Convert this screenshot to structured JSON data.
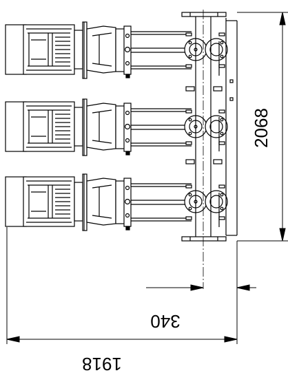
{
  "drawing": {
    "pump_count": 3,
    "line_color": "#000000",
    "background": "#ffffff",
    "dimensions": {
      "height_label": "2068",
      "offset_label": "340",
      "length_label": "1918"
    }
  }
}
